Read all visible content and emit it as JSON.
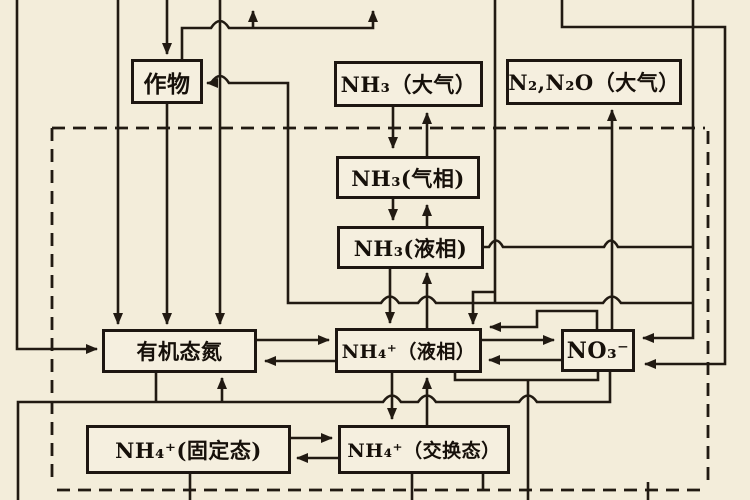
{
  "diagram_type": "soil-nitrogen-cycle-flow-diagram",
  "colors": {
    "background": "#f3edda",
    "line": "#211a12",
    "box_border": "#1d1611"
  },
  "boxes": {
    "crop": "作物",
    "nh3_atmosphere": "NH₃（大气）",
    "n2_n2o_atmosphere": "N₂,N₂O（大气）",
    "nh3_gas": "NH₃(气相)",
    "nh3_liquid": "NH₃(液相)",
    "organic_n": "有机态氮",
    "nh4_liquid": "NH₄⁺（液相）",
    "no3": "NO₃⁻",
    "nh4_fixed": "NH₄⁺(固定态)",
    "nh4_exchange": "NH₄⁺（交换态）"
  }
}
